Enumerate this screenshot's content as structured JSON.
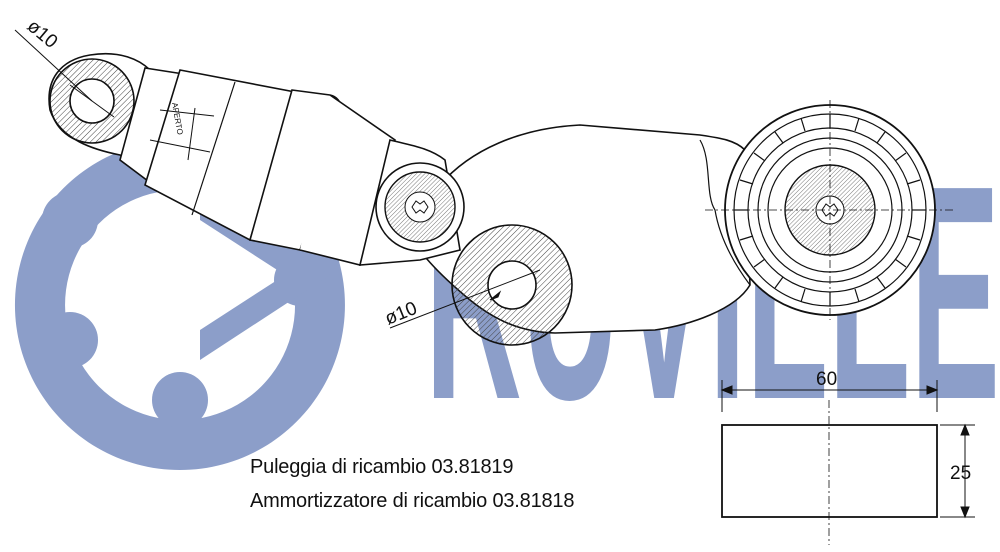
{
  "brand": {
    "watermark_text": "RUVILLE",
    "watermark_color": "#8c9ec9"
  },
  "dimensions": {
    "upper_eye_diameter": "ø10",
    "lower_eye_diameter": "ø10",
    "pulley_width": "60",
    "pulley_height": "25",
    "open_marker": "APERTO"
  },
  "captions": {
    "line1": "Puleggia di ricambio 03.81819",
    "line2": "Ammortizzatore di ricambio 03.81818"
  },
  "colors": {
    "line": "#111111",
    "hatch": "#555555"
  }
}
